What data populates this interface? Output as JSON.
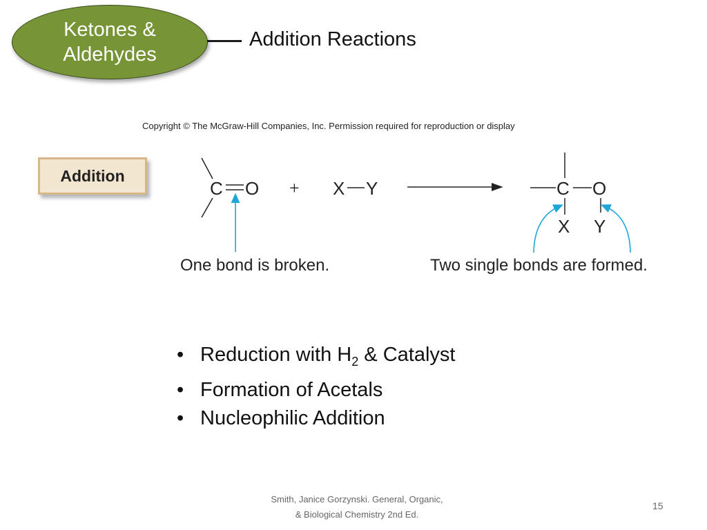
{
  "slide": {
    "section_badge": {
      "line1": "Ketones &",
      "line2": "Aldehydes",
      "color": "#779437"
    },
    "title": "Addition Reactions",
    "copyright": "Copyright © The McGraw-Hill Companies, Inc. Permission required for reproduction or display",
    "figure": {
      "label": "Addition",
      "reactant1": {
        "left": "C",
        "right": "O",
        "bond": "double"
      },
      "plus": "+",
      "reactant2": {
        "left": "X",
        "right": "Y",
        "bond": "single"
      },
      "product": {
        "center": "C",
        "right": "O",
        "below_c": "X",
        "below_o": "Y"
      },
      "caption_left": "One bond is broken.",
      "caption_right": "Two single bonds are formed.",
      "arrow_color": "#1ea7d6"
    },
    "bullets": [
      {
        "text": "Reduction with H",
        "sub": "2",
        "tail": " & Catalyst"
      },
      {
        "text": "Formation of Acetals"
      },
      {
        "text": "Nucleophilic Addition"
      }
    ],
    "footer": {
      "line1": "Smith, Janice Gorzynski. General, Organic,",
      "line2": "& Biological Chemistry 2nd Ed."
    },
    "page_number": "15"
  }
}
